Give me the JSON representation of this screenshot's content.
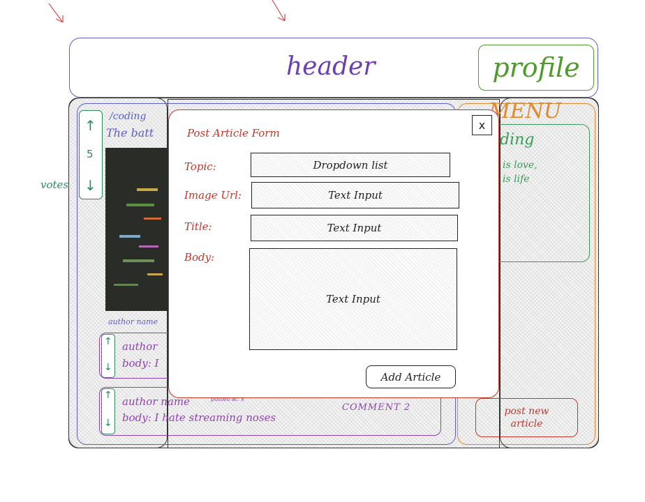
{
  "header": {
    "title": "header",
    "profile_label": "profile"
  },
  "menu": {
    "title": "MENU",
    "topic_title": "ding",
    "topic_line1": "is love,",
    "topic_line2": "is life",
    "post_button_line1": "post new",
    "post_button_line2": "article"
  },
  "votes": {
    "side_label": "votes",
    "count": "5"
  },
  "article": {
    "topic": "/coding",
    "title": "The batt",
    "author": "author name"
  },
  "comments": [
    {
      "author": "author",
      "body": "body: I"
    },
    {
      "author": "author name",
      "posted": "posted at: x",
      "body": "body: I hate streaming noses",
      "label": "COMMENT 2"
    }
  ],
  "modal": {
    "title": "Post Article Form",
    "close": "x",
    "fields": [
      {
        "label": "Topic:",
        "control": "Dropdown list"
      },
      {
        "label": "Image Url:",
        "control": "Text Input"
      },
      {
        "label": "Title:",
        "control": "Text Input"
      },
      {
        "label": "Body:",
        "control": "Text Input"
      }
    ],
    "submit": "Add Article"
  },
  "colors": {
    "header_text": "#6a3fb5",
    "profile": "#4e9a2b",
    "menu": "#e0892e",
    "menu_green": "#3a9a5a",
    "form_red": "#c0392b",
    "votes_green": "#2d8a5a",
    "purple": "#8e44ad",
    "blue": "#5b5fc7"
  }
}
